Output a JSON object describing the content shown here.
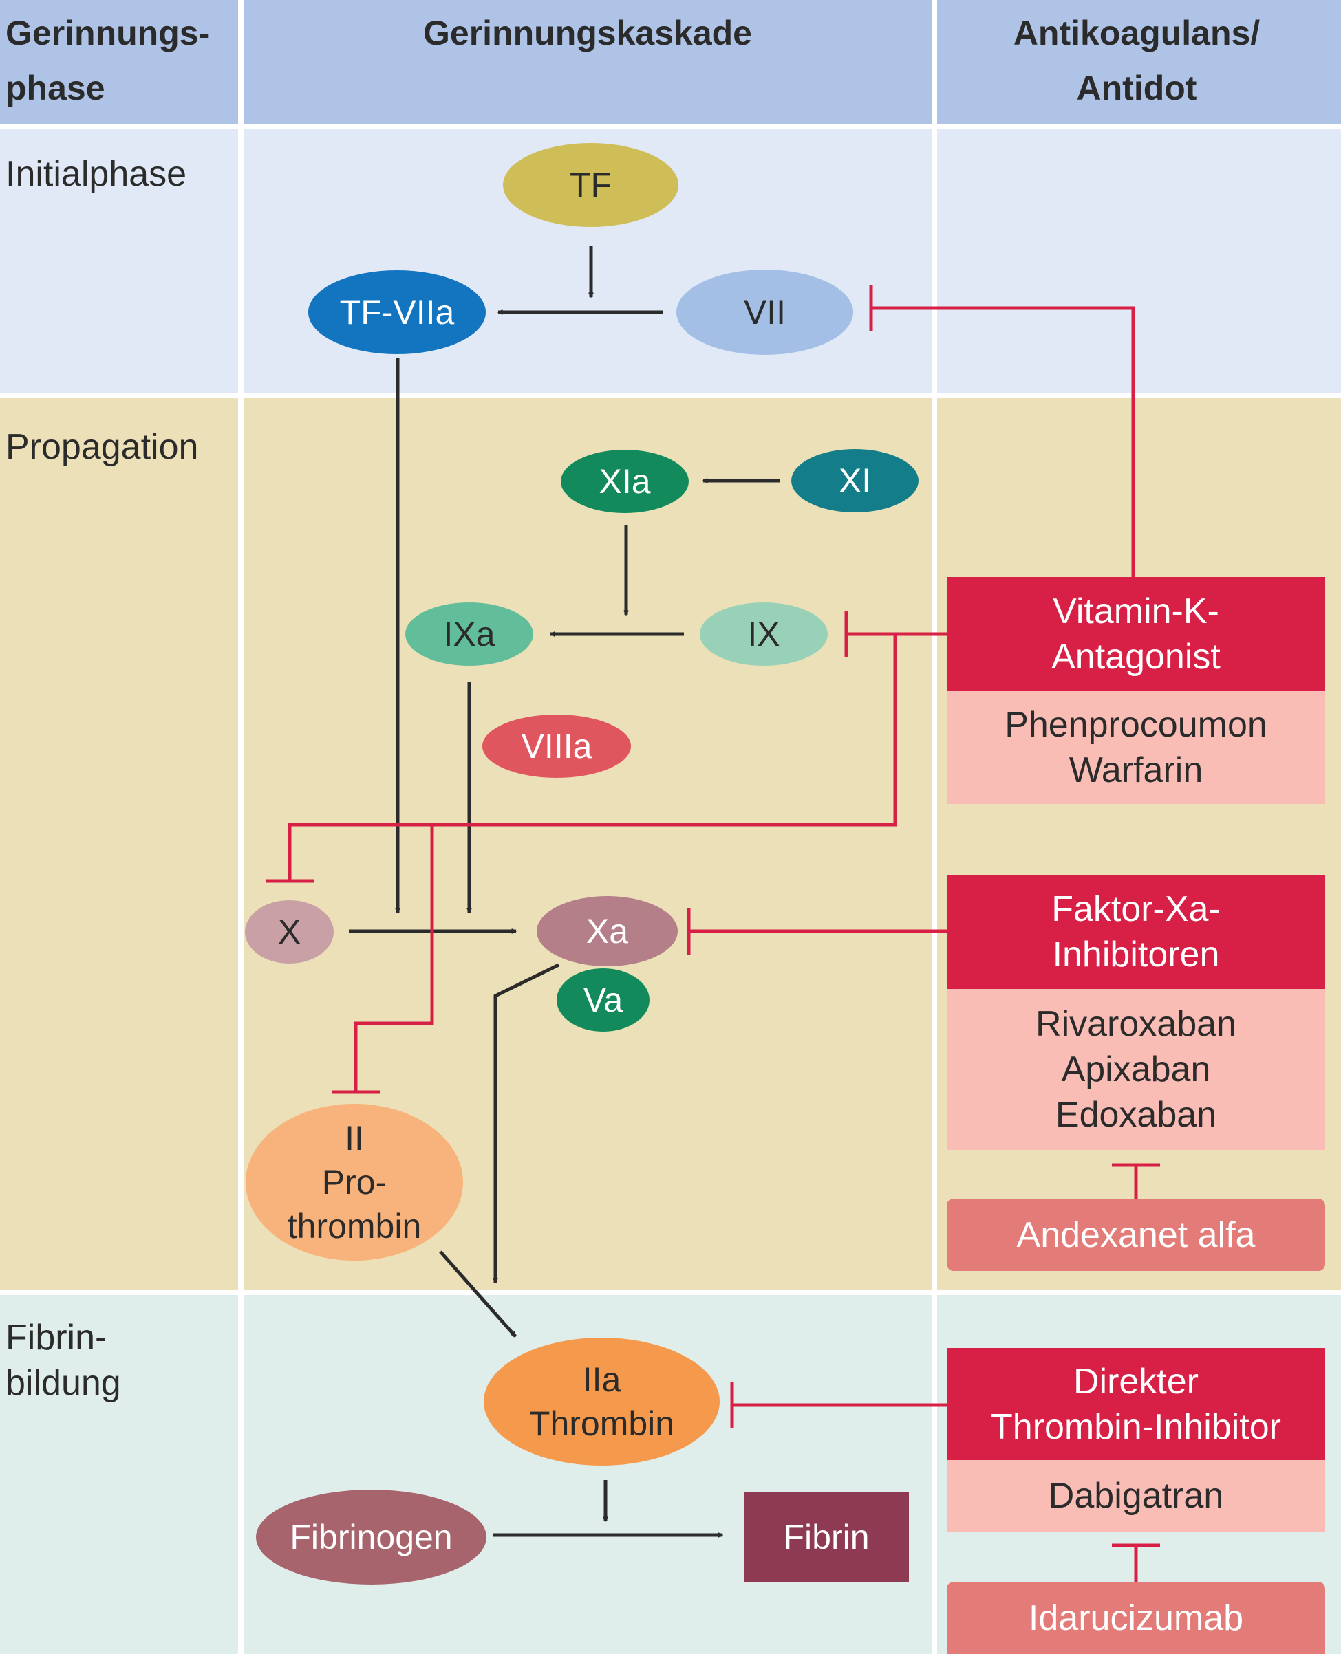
{
  "header": {
    "col1": "Gerinnungs-\nphase",
    "col2": "Gerinnungskaskade",
    "col3": "Antikoagulans/\nAntidot"
  },
  "phases": {
    "initial": "Initialphase",
    "propagation": "Propagation",
    "fibrin": "Fibrin-\nbildung"
  },
  "factors": {
    "tf": "TF",
    "tf_viia": "TF-VIIa",
    "vii": "VII",
    "xia": "XIa",
    "xi": "XI",
    "ixa": "IXa",
    "ix": "IX",
    "viiia": "VIIIa",
    "x": "X",
    "xa": "Xa",
    "va": "Va",
    "prothrombin": "II\nPro-\nthrombin",
    "thrombin": "IIa\nThrombin",
    "fibrinogen": "Fibrinogen",
    "fibrin": "Fibrin"
  },
  "drugs": {
    "vka_title": "Vitamin-K-\nAntagonist",
    "vka_list": "Phenprocoumon\nWarfarin",
    "fxa_title": "Faktor-Xa-\nInhibitoren",
    "fxa_list": "Rivaroxaban\nApixaban\nEdoxaban",
    "fxa_antidote": "Andexanet alfa",
    "dti_title": "Direkter\nThrombin-Inhibitor",
    "dti_list": "Dabigatran",
    "dti_antidote": "Idarucizumab"
  },
  "colors": {
    "header_bg": "#aec3e6",
    "initial_bg": "#e1e8f6",
    "propagation_bg": "#ebe0b7",
    "fibrin_bg": "#dfeeeb",
    "inhibition_line": "#d81f45",
    "activation_arrow": "#2b2b2b",
    "tf": "#cfbe57",
    "tf_viia": "#1375c0",
    "vii": "#a3bfe6",
    "xia": "#138a5c",
    "xi": "#137e8a",
    "ixa": "#62bd9b",
    "ix": "#98d0b8",
    "viiia": "#e0565e",
    "x": "#c9a0a6",
    "xa": "#b47f88",
    "va": "#138a5c",
    "prothrombin": "#f8b27b",
    "thrombin": "#f59a4d",
    "fibrinogen": "#a7646d",
    "fibrin": "#8e3a52"
  }
}
